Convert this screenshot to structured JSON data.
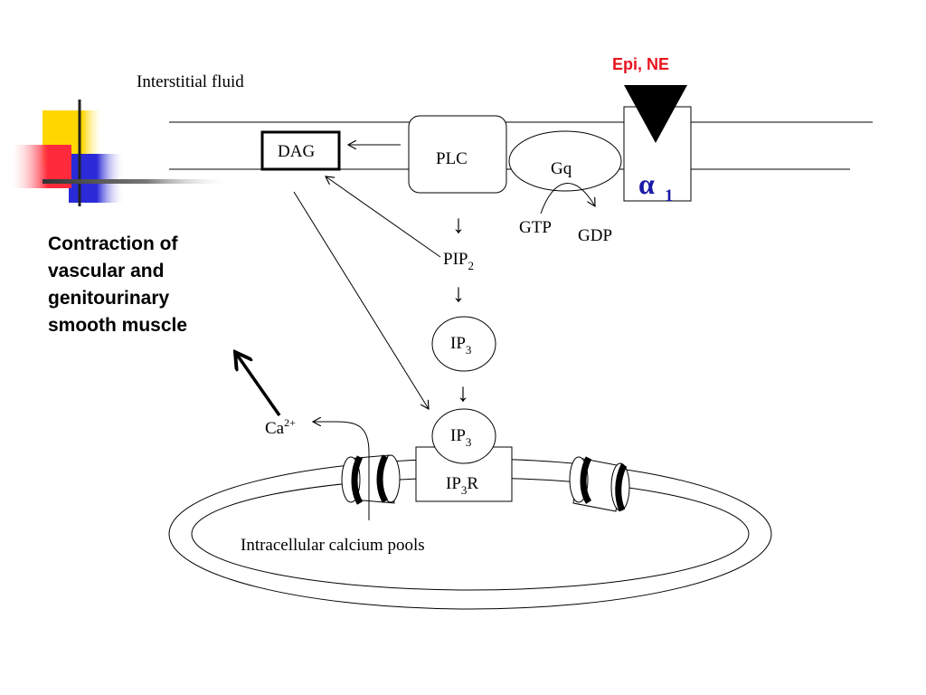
{
  "labels": {
    "interstitial": "Interstitial fluid",
    "agonist": "Epi, NE",
    "receptor_symbol": "α",
    "receptor_subscript": "1",
    "dag": "DAG",
    "plc": "PLC",
    "gq": "Gq",
    "gtp": "GTP",
    "gdp": "GDP",
    "pip2_base": "PIP",
    "pip2_sub": "2",
    "ip3_base": "IP",
    "ip3_sub": "3",
    "ip3r_base": "IP",
    "ip3r_sub": "3",
    "ip3r_suffix": "R",
    "ca_base": "Ca",
    "ca_sup": "2+",
    "pools": "Intracellular calcium pools",
    "arrow_glyph": "↓"
  },
  "outcome_lines": [
    "Contraction of",
    "vascular and",
    "genitourinary",
    "smooth muscle"
  ],
  "colors": {
    "agonist": "#e8141e",
    "receptor": "#1a1aa8",
    "deco_yellow": "#ffd700",
    "deco_red": "#ff2a3c",
    "deco_blue": "#2a2ad8"
  }
}
